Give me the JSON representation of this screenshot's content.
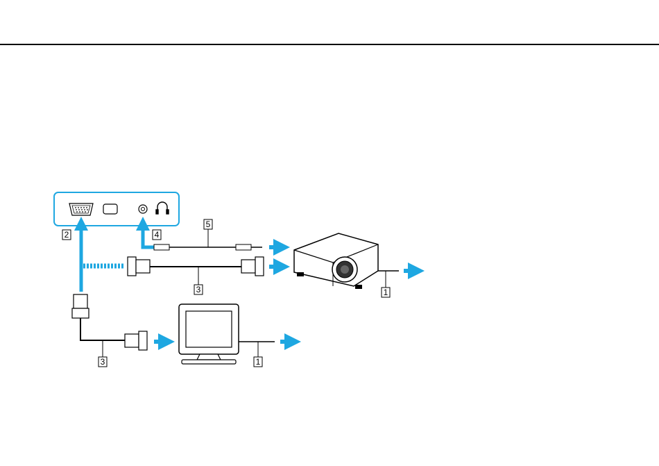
{
  "colors": {
    "arrow": "#1ea7e1",
    "line": "#000000",
    "panel_border": "#1ea7e1",
    "background": "#ffffff"
  },
  "panel": {
    "ports": [
      "vga-port-icon",
      "hdmi-port-icon",
      "audio-jack-icon",
      "headphones-icon"
    ]
  },
  "callouts": {
    "c1_projector": "1",
    "c1_monitor": "1",
    "c2": "2",
    "c3_upper": "3",
    "c3_lower": "3",
    "c4": "4",
    "c5": "5"
  }
}
